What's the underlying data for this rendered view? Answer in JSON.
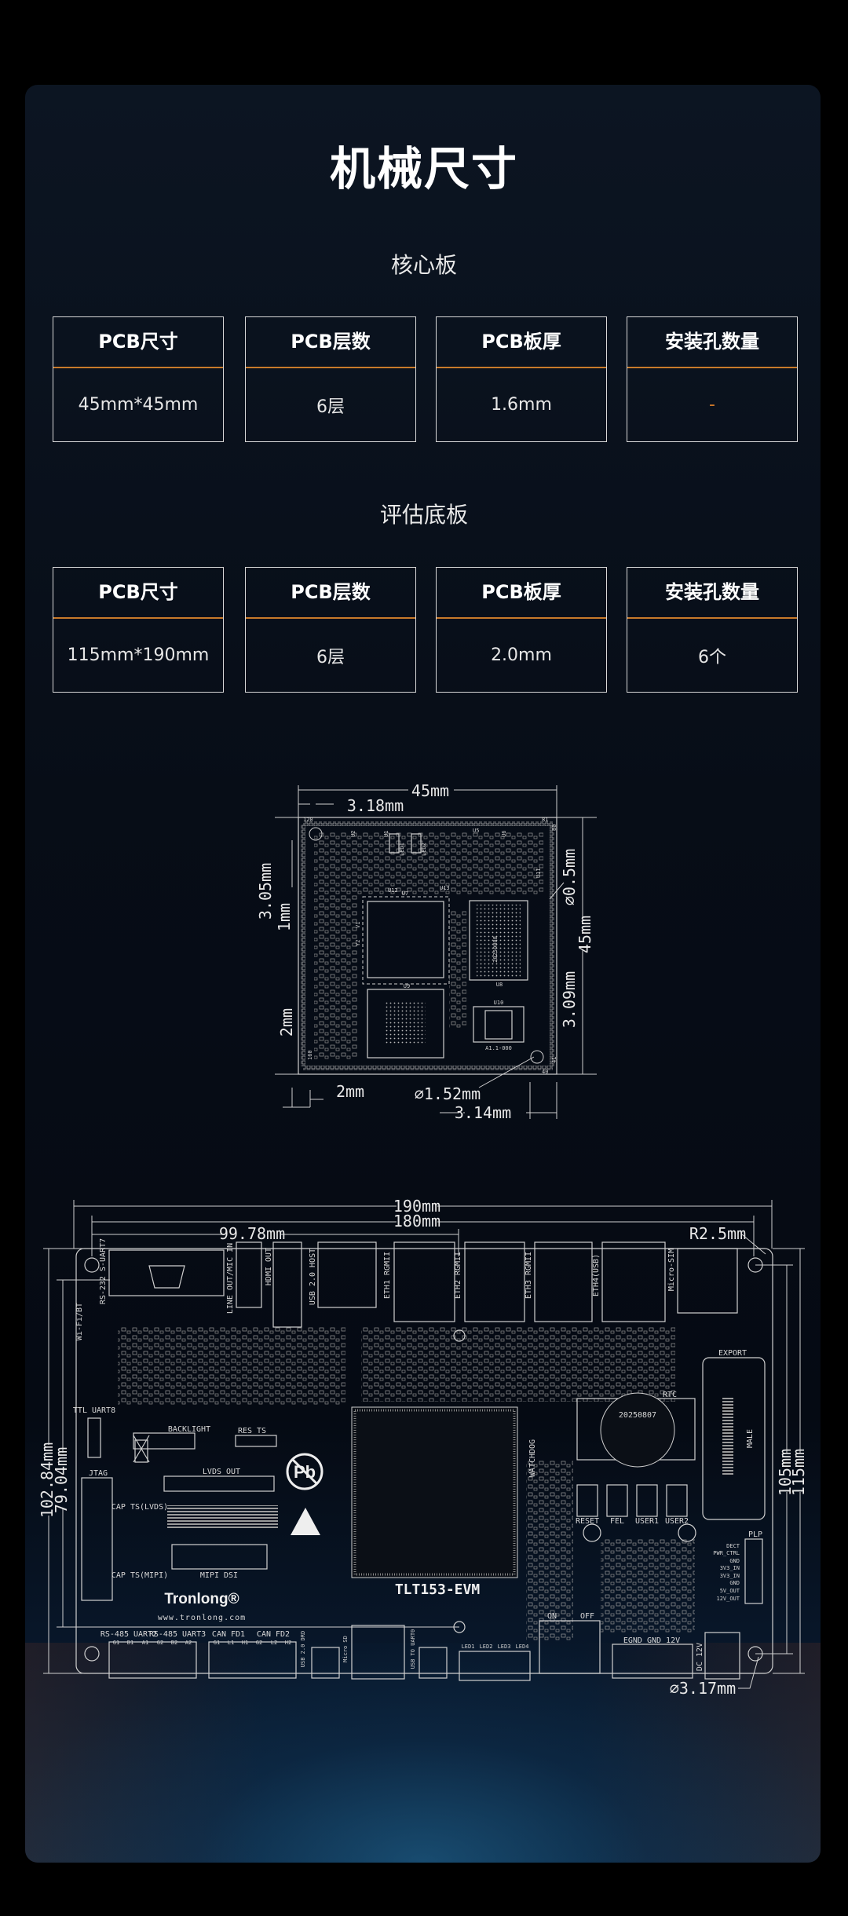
{
  "page": {
    "title": "机械尺寸",
    "accent": "#c87a2a"
  },
  "core": {
    "heading": "核心板",
    "headers": [
      "PCB尺寸",
      "PCB层数",
      "PCB板厚",
      "安装孔数量"
    ],
    "values": [
      "45mm*45mm",
      "6层",
      "1.6mm",
      "-"
    ]
  },
  "eval": {
    "heading": "评估底板",
    "headers": [
      "PCB尺寸",
      "PCB层数",
      "PCB板厚",
      "安装孔数量"
    ],
    "values": [
      "115mm*190mm",
      "6层",
      "2.0mm",
      "6个"
    ]
  },
  "core_drawing": {
    "dims": {
      "width": "45mm",
      "height": "45mm",
      "d1": "3.18mm",
      "d2": "3.05mm",
      "d3": "1mm",
      "d4": "2mm",
      "d5": "2mm",
      "d6": "∅1.52mm",
      "d7": "3.14mm",
      "d8": "∅0.5mm",
      "d9": "3.09mm"
    },
    "parts": {
      "u7": "U7",
      "u9": "U9",
      "u8": "U8",
      "u10": "U10",
      "u8_mark": "20250808",
      "u10_mark": "A1.1-000",
      "u12": "U12",
      "u13": "U13",
      "led1": "LED1",
      "led2": "LED2",
      "u2": "U2",
      "u1": "U1",
      "u5": "U5",
      "u6": "U6",
      "u11": "U11",
      "v1": "V1",
      "y2": "Y2",
      "p120": "120",
      "p81": "81",
      "p80": "80",
      "p160": "160",
      "p40": "40",
      "p41": "41"
    }
  },
  "eval_drawing": {
    "dims": {
      "w190": "190mm",
      "w180": "180mm",
      "w99": "99.78mm",
      "r": "R2.5mm",
      "h102": "102.84mm",
      "h79": "79.04mm",
      "h105": "105mm",
      "h115": "115mm",
      "hole": "∅3.17mm"
    },
    "labels": {
      "rs232": "RS-232 S-UART7",
      "line": "LINE OUT/MIC IN",
      "hdmi": "HDMI OUT",
      "usbhost": "USB 2.0 HOST",
      "eth1": "ETH1 RGMII",
      "eth2": "ETH2 RGMII",
      "eth3": "ETH3 RGMII",
      "eth4": "ETH4(USB)",
      "sim": "Micro-SIM",
      "wifi": "Wi-Fi/BT",
      "export": "EXPORT",
      "rtc": "RTC",
      "rtc_mark": "20250807",
      "male": "MALE",
      "ttl": "TTL UART8",
      "backlight": "BACKLIGHT",
      "rests": "RES TS",
      "watchdog": "WATCHDOG",
      "jtag": "JTAG",
      "lvds": "LVDS OUT",
      "capl": "CAP TS(LVDS)",
      "capm": "CAP TS(MIPI)",
      "mipi": "MIPI DSI",
      "reset": "RESET",
      "fel": "FEL",
      "user1": "USER1",
      "user2": "USER2",
      "plp": "PLP",
      "plp_pins": [
        "DECT",
        "PWR_CTRL",
        "GND",
        "3V3_IN",
        "3V3_IN",
        "GND",
        "5V_OUT",
        "12V_OUT"
      ],
      "brand": "Tronlong®",
      "url": "www.tronlong.com",
      "model": "TLT153-EVM",
      "rs485a": "RS-485 UART2",
      "rs485b": "RS-485 UART3",
      "rs485_pins": [
        "G1",
        "B1",
        "A1",
        "G2",
        "B2",
        "A2"
      ],
      "can1": "CAN FD1",
      "can2": "CAN FD2",
      "can_pins": [
        "G1",
        "L1",
        "H1",
        "G2",
        "L2",
        "H2"
      ],
      "usbdrd": "USB 2.0 DRD",
      "sd": "Micro SD",
      "uart0": "USB TO UART0",
      "leds": [
        "LED1",
        "LED2",
        "LED3",
        "LED4"
      ],
      "on": "ON",
      "off": "OFF",
      "pwr": "EGND GND 12V",
      "dc": "DC 12V",
      "pb": "Pb"
    }
  }
}
